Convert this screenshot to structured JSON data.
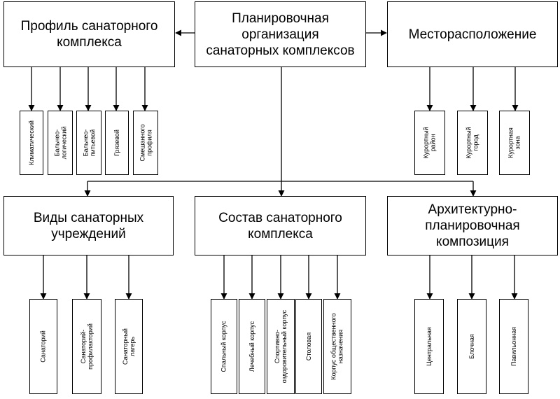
{
  "center": {
    "label": "Планировочная\nорганизация\nсанаторных комплексов"
  },
  "profile": {
    "title": "Профиль санаторного\nкомплекса",
    "items": [
      "Климатический",
      "Бальнео-\nлогический",
      "Бальнео-\nпитьевой",
      "Грязевой",
      "Смешанного\nпрофиля"
    ]
  },
  "location": {
    "title": "Месторасположение",
    "items": [
      "Курортный\nрайон",
      "Курортный\nгород",
      "Курортная\nзона"
    ]
  },
  "types": {
    "title": "Виды санаторных\nучреждений",
    "items": [
      "Санаторий",
      "Санаторий-\nпрофилакторий",
      "Санаторный\nлагерь"
    ]
  },
  "composition": {
    "title": "Состав санаторного\nкомплекса",
    "items": [
      "Спальный корпус",
      "Лечебный корпус",
      "Спортивно-\nоздоровительный корпус",
      "Столовая",
      "Корпус общественного\nназначения"
    ]
  },
  "architecture": {
    "title": "Архитектурно-\nпланировочная\nкомпозиция",
    "items": [
      "Центральная",
      "Блочная",
      "Павильонная"
    ]
  }
}
